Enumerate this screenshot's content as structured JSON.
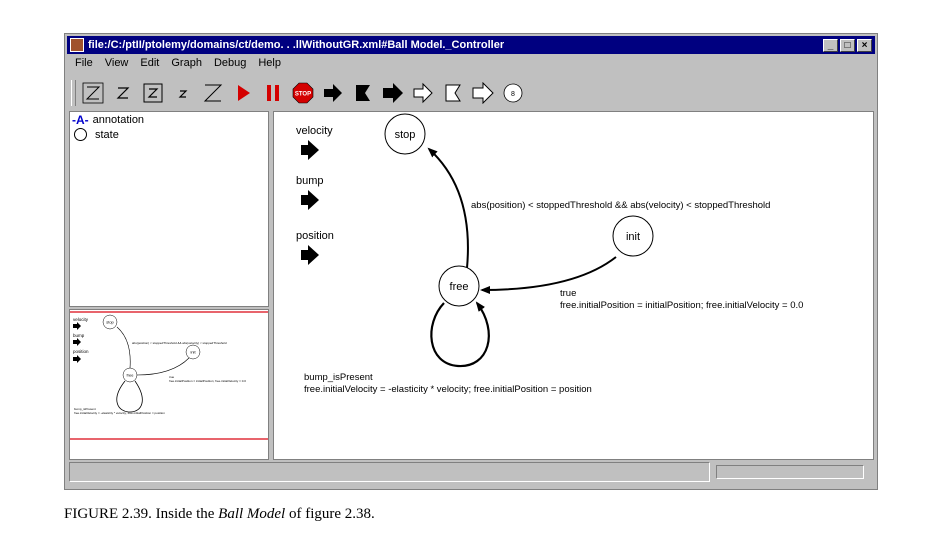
{
  "window": {
    "title": "file:/C:/ptII/ptolemy/domains/ct/demo. . .llWithoutGR.xml#Ball Model._Controller",
    "controls": {
      "minimize": "_",
      "maximize": "□",
      "close": "×"
    }
  },
  "menu": [
    "File",
    "View",
    "Edit",
    "Graph",
    "Debug",
    "Help"
  ],
  "toolbar": {
    "buttons": [
      "zoom-fit-icon",
      "zoom-reset-icon",
      "zoom-box-icon",
      "zoom-small-icon",
      "zoom-in-icon",
      "run-icon",
      "pause-icon",
      "stop-icon",
      "arrow-right-icon",
      "flag-icon",
      "arrow-right-bold-icon",
      "arrow-right-outline-icon",
      "flag-outline-icon",
      "arrow-outline-icon",
      "circle-badge-icon"
    ],
    "stop_label": "STOP",
    "badge_label": "8",
    "colors": {
      "run": "#d40000",
      "stop": "#d40000"
    }
  },
  "palette": {
    "items": [
      {
        "label": "annotation",
        "icon": "annotation-icon",
        "icon_text": "-A-"
      },
      {
        "label": "state",
        "icon": "state-circle-icon"
      }
    ]
  },
  "canvas": {
    "ports": [
      "velocity",
      "bump",
      "position"
    ],
    "states": {
      "stop": "stop",
      "init": "init",
      "free": "free"
    },
    "transitions": {
      "free_to_stop": "abs(position) < stoppedThreshold && abs(velocity) < stoppedThreshold",
      "init_to_free_guard": "true",
      "init_to_free_action": "free.initialPosition = initialPosition; free.initialVelocity = 0.0",
      "free_self_guard": "bump_isPresent",
      "free_self_action": "free.initialVelocity = -elasticity * velocity; free.initialPosition = position"
    }
  },
  "overview": {
    "ports": [
      "velocity",
      "bump",
      "position"
    ],
    "states": {
      "stop": "stop",
      "init": "init",
      "free": "free"
    },
    "transitions": {
      "free_to_stop": "abs(position) < stoppedThreshold && abs(velocity) < stoppedThreshold",
      "init_to_free_guard": "true",
      "init_to_free_action": "free.initialPosition = initialPosition; free.initialVelocity = 0.0",
      "free_self_guard": "bump_isPresent",
      "free_self_action": "free.initialVelocity = -elasticity * velocity; free.initialPosition = position"
    },
    "frame_color": "#e0303c"
  },
  "caption": {
    "prefix": "FIGURE 2.39.  Inside the ",
    "italic": "Ball Model",
    "suffix": " of figure 2.38."
  }
}
